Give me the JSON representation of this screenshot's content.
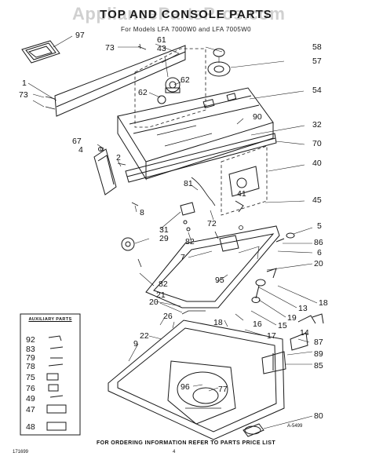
{
  "page": {
    "title": "TOP AND CONSOLE PARTS",
    "subtitle": "For Models LFA 7000W0 and LFA 7005W0",
    "watermark": "AppliancePartsPros.com",
    "footer": "FOR ORDERING INFORMATION REFER TO PARTS PRICE LIST",
    "doc_code": "171699",
    "page_number": "4",
    "figure_code": "A-5499"
  },
  "auxiliary_box": {
    "title": "AUXILIARY PARTS"
  },
  "part_labels": [
    "97",
    "73",
    "61",
    "43",
    "58",
    "57",
    "62",
    "62",
    "1",
    "73",
    "54",
    "90",
    "32",
    "67",
    "4",
    "2",
    "70",
    "40",
    "81",
    "41",
    "8",
    "72",
    "45",
    "31",
    "29",
    "82",
    "5",
    "86",
    "6",
    "7",
    "20",
    "95",
    "82",
    "21",
    "18",
    "20",
    "13",
    "19",
    "15",
    "26",
    "18",
    "16",
    "17",
    "14",
    "87",
    "89",
    "85",
    "22",
    "9",
    "96",
    "77",
    "80",
    "92",
    "83",
    "79",
    "78",
    "75",
    "76",
    "49",
    "47",
    "48"
  ]
}
